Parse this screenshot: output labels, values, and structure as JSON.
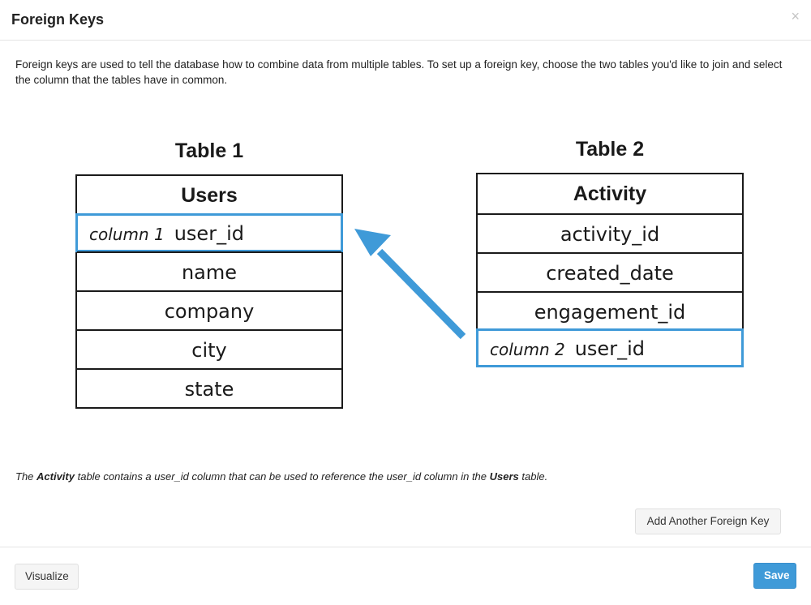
{
  "dialog": {
    "title": "Foreign Keys",
    "close_glyph": "×",
    "intro": "Foreign keys are used to tell the database how to combine data from multiple tables. To set up a foreign key, choose the two tables you'd like to join and select the column that the tables have in common."
  },
  "diagram": {
    "arrow_color": "#3f9ad8",
    "table1": {
      "caption": "Table 1",
      "name": "Users",
      "highlight_tag": "column 1",
      "highlight_column": "user_id",
      "columns": [
        "name",
        "company",
        "city",
        "state"
      ]
    },
    "table2": {
      "caption": "Table 2",
      "name": "Activity",
      "columns": [
        "activity_id",
        "created_date",
        "engagement_id"
      ],
      "highlight_tag": "column 2",
      "highlight_column": "user_id"
    }
  },
  "footnote": {
    "p1": "The ",
    "b1": "Activity",
    "p2": " table contains a user_id column that can be used to reference the user_id column in the ",
    "b2": "Users",
    "p3": " table."
  },
  "buttons": {
    "add_foreign_key": "Add Another Foreign Key",
    "visualize": "Visualize",
    "save": "Save"
  },
  "colors": {
    "accent": "#3f9ad8",
    "border": "#1a1a1a"
  }
}
